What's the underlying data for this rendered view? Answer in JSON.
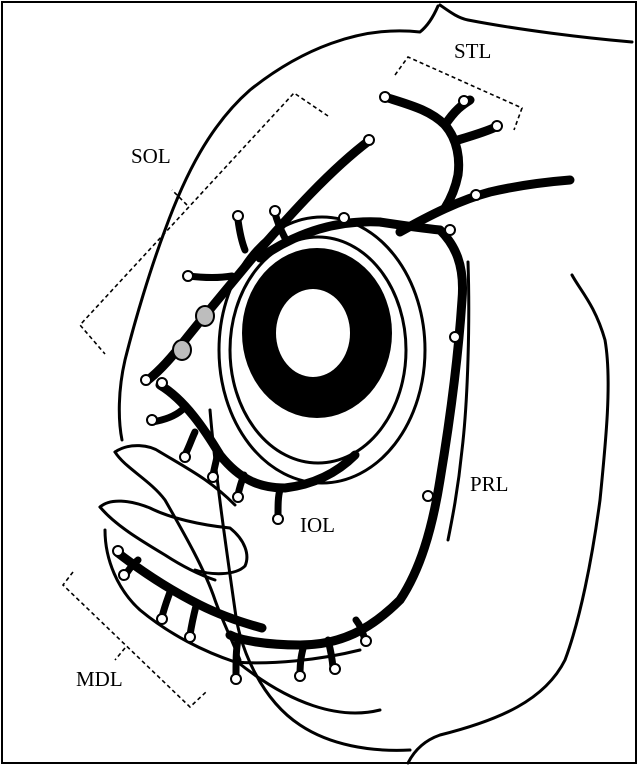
{
  "figure": {
    "labels": {
      "stl": "STL",
      "sol": "SOL",
      "prl": "PRL",
      "iol": "IOL",
      "mdl": "MDL"
    },
    "colors": {
      "line": "#000000",
      "background": "#ffffff",
      "pore_fill": "#ffffff",
      "highlight_pore_fill": "#bdbdbd"
    }
  }
}
